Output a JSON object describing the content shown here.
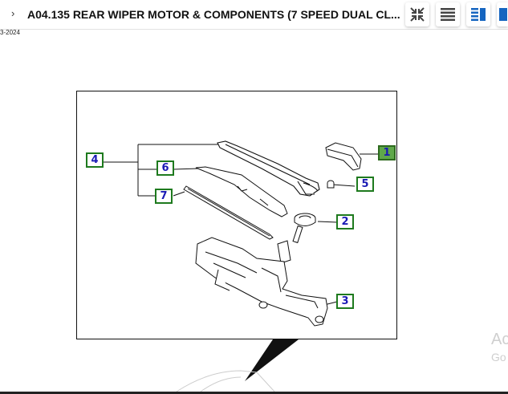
{
  "header": {
    "title": "A04.135 REAR WIPER MOTOR & COMPONENTS (7 SPEED DUAL CL...",
    "toolbar": [
      {
        "name": "collapse-button",
        "icon": "collapse-arrows-icon"
      },
      {
        "name": "list-view-button",
        "icon": "list-lines-icon"
      },
      {
        "name": "split-view-button",
        "icon": "split-panel-icon"
      },
      {
        "name": "panel-view-button",
        "icon": "panel-right-icon"
      }
    ]
  },
  "date_fragment": "3-2024",
  "callouts": [
    {
      "label": "1",
      "selected": true
    },
    {
      "label": "2",
      "selected": false
    },
    {
      "label": "3",
      "selected": false
    },
    {
      "label": "4",
      "selected": false
    },
    {
      "label": "5",
      "selected": false
    },
    {
      "label": "6",
      "selected": false
    },
    {
      "label": "7",
      "selected": false
    }
  ],
  "watermark": {
    "line1": "Ac",
    "line2": "Go"
  },
  "colors": {
    "callout_border": "#1e7a1e",
    "callout_text": "#1a1ab4",
    "callout_selected": "#5fa84a",
    "toolbar_icon": "#1565c0"
  }
}
